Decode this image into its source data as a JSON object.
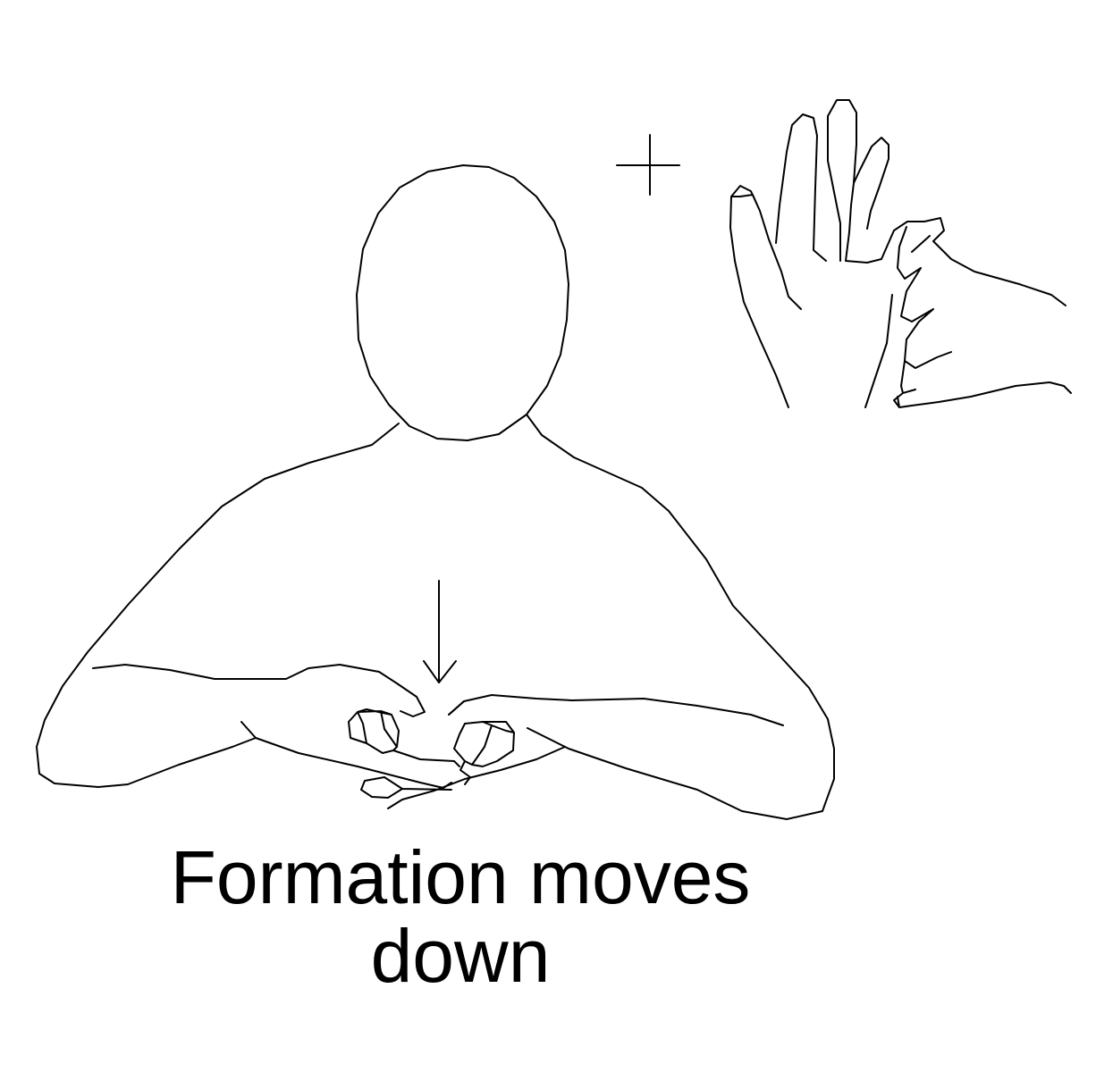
{
  "caption": {
    "line1": "Formation moves",
    "line2": "down"
  },
  "illustration": {
    "figure": "signer-torso",
    "inset": "handshape-detail",
    "movement": "downward-arrow",
    "marker": "plus-symbol",
    "stroke_color": "#000000",
    "background_color": "#ffffff"
  }
}
